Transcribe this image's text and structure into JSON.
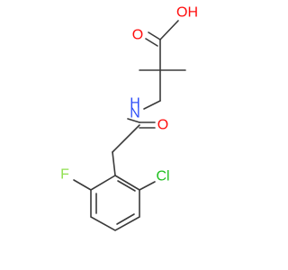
{
  "labels": {
    "acid_oh": "OH",
    "acid_o": "O",
    "amide_nh": "H",
    "amide_n": "N",
    "amide_o": "O",
    "fluorine": "F",
    "chlorine": "Cl"
  },
  "colors": {
    "bond": "#3a3a3a",
    "oxygen": "#ff0d0d",
    "nitrogen": "#3050f8",
    "fluorine": "#90e050",
    "chlorine": "#1fc01f"
  }
}
